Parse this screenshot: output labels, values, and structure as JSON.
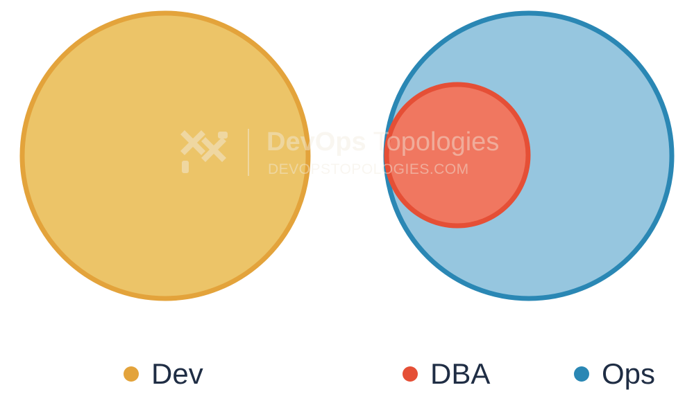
{
  "diagram": {
    "sets": [
      {
        "id": "dev",
        "label": "Dev",
        "fill": "#ecc468",
        "stroke": "#e3a33b"
      },
      {
        "id": "ops",
        "label": "Ops",
        "fill": "#96c6df",
        "stroke": "#2a87b4"
      },
      {
        "id": "dba",
        "label": "DBA",
        "fill": "#f07760",
        "stroke": "#e54f36",
        "contained_in": "ops"
      }
    ]
  },
  "watermark": {
    "title_part1": "DevOps",
    "title_part2": "Topologies",
    "url": "DEVOPSTOPOLOGIES.COM"
  },
  "legend": {
    "items": [
      {
        "label": "Dev",
        "color": "#e3a33b"
      },
      {
        "label": "DBA",
        "color": "#e54f36"
      },
      {
        "label": "Ops",
        "color": "#2a87b4"
      }
    ]
  }
}
